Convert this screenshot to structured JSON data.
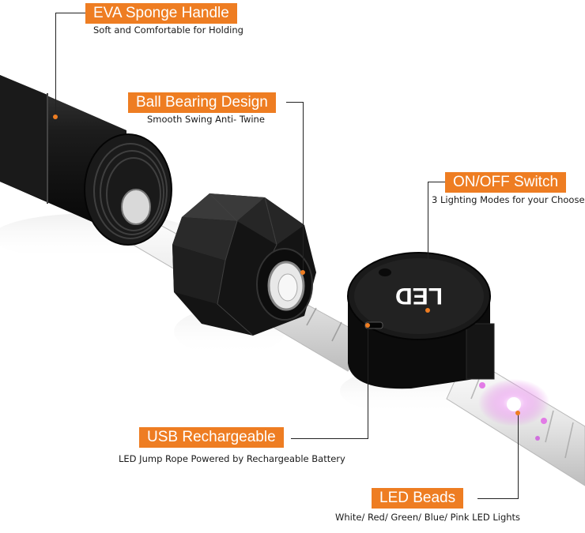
{
  "product_photo": {
    "led_cap_text": "LED",
    "colors": {
      "accent": "#ee7d22",
      "led_glow": "#e27be6"
    }
  },
  "callouts": [
    {
      "title": "EVA Sponge Handle",
      "subtitle": "Soft and Comfortable for Holding"
    },
    {
      "title": "Ball Bearing Design",
      "subtitle": "Smooth Swing Anti- Twine"
    },
    {
      "title": "ON/OFF Switch",
      "subtitle": "3 Lighting Modes for your Choose"
    },
    {
      "title": "USB Rechargeable",
      "subtitle": "LED Jump Rope Powered by Rechargeable Battery"
    },
    {
      "title": "LED Beads",
      "subtitle": "White/ Red/ Green/ Blue/ Pink LED Lights"
    }
  ]
}
